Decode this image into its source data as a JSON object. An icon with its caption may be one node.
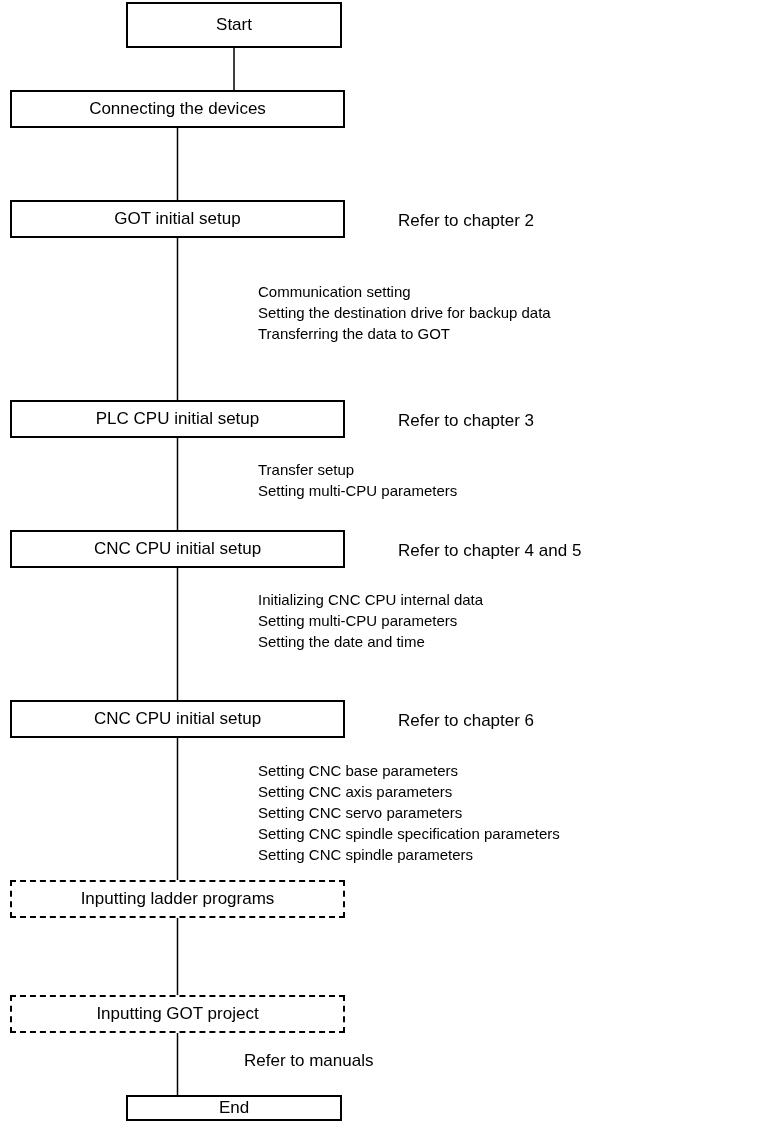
{
  "diagram": {
    "nodes": [
      {
        "text": [
          "Start"
        ]
      },
      {
        "text": [
          "Connecting the devices"
        ]
      },
      {
        "text": [
          "GOT initial setup"
        ],
        "beside": [
          "Refer to chapter 2"
        ]
      },
      {
        "text": [
          "PLC CPU initial setup"
        ],
        "beside": [
          "Refer to chapter 3"
        ]
      },
      {
        "text": [
          "CNC CPU initial setup"
        ],
        "beside": [
          "Refer to chapter 4 and 5"
        ]
      },
      {
        "text": [
          "CNC CPU initial setup"
        ],
        "beside": [
          "Refer to chapter 6"
        ]
      },
      {
        "text": [
          "Inputting ladder programs"
        ]
      },
      {
        "text": [
          "Inputting GOT project"
        ]
      },
      {
        "text": [
          "End"
        ]
      }
    ],
    "edges": [
      {
        "from": 0,
        "to": 1,
        "arrow": "none"
      },
      {
        "from": 1,
        "to": 2,
        "arrow": "none"
      },
      {
        "from": 2,
        "to": 3,
        "arrow": "none"
      },
      {
        "from": 3,
        "to": 4,
        "arrow": "none"
      },
      {
        "from": 4,
        "to": 5,
        "arrow": "none"
      },
      {
        "from": 5,
        "to": 6,
        "arrow": "none"
      },
      {
        "from": 6,
        "to": 7,
        "arrow": "none"
      },
      {
        "from": 7,
        "to": 8,
        "arrow": "none"
      }
    ],
    "labels": [
      "Communication setting",
      "Setting the destination drive for backup data",
      "Transferring the data to GOT",
      "Transfer setup",
      "Setting multi-CPU parameters",
      "Initializing CNC CPU internal data",
      "Setting multi-CPU parameters",
      "Setting the date and time",
      "Setting CNC base parameters",
      "Setting CNC axis parameters",
      "Setting CNC servo parameters",
      "Setting CNC spindle specification parameters",
      "Setting CNC spindle parameters",
      "Refer to manuals"
    ]
  }
}
